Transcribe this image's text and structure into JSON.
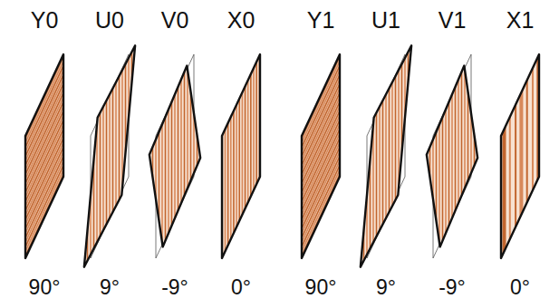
{
  "diagram": {
    "labels": [
      "Y0",
      "U0",
      "V0",
      "X0",
      "Y1",
      "U1",
      "V1",
      "X1",
      "90°",
      "9°",
      "-9°",
      "0°",
      "90°",
      "9°",
      "-9°",
      "0°"
    ]
  }
}
